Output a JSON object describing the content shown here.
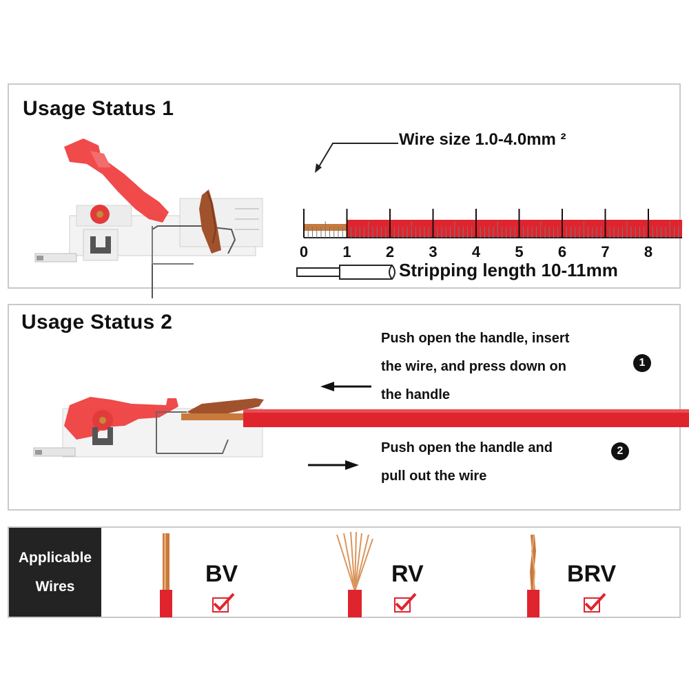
{
  "status1": {
    "title": "Usage Status 1",
    "wire_size": "Wire size 1.0-4.0mm ²",
    "stripping": "Stripping length 10-11mm",
    "ruler_numbers": [
      "0",
      "1",
      "2",
      "3",
      "4",
      "5",
      "6",
      "7",
      "8"
    ]
  },
  "status2": {
    "title": "Usage Status 2",
    "step1": {
      "lines": [
        "Push open the handle, insert",
        "the wire, and press down on",
        "the handle"
      ],
      "badge": "1"
    },
    "step2": {
      "lines": [
        "Push open the handle and",
        "pull out the wire"
      ],
      "badge": "2"
    }
  },
  "applicable": {
    "label_lines": [
      "Applicable",
      "Wires"
    ],
    "wires": [
      {
        "name": "BV",
        "icon": "solid-copper-wire-icon",
        "checked": true
      },
      {
        "name": "RV",
        "icon": "stranded-copper-wire-icon",
        "checked": true
      },
      {
        "name": "BRV",
        "icon": "twisted-copper-wire-icon",
        "checked": true
      }
    ]
  },
  "colors": {
    "red": "#e0242e",
    "copper": "#c87a3c",
    "handle_brown": "#a0522d",
    "label_bg": "#232323"
  }
}
